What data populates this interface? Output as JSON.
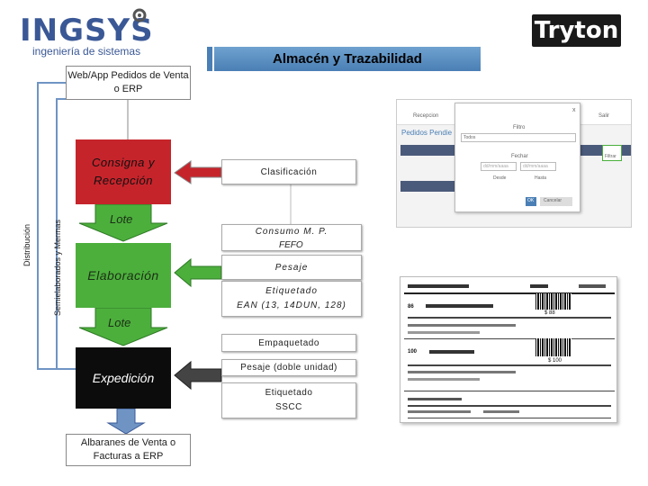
{
  "logos": {
    "ingsys_name": "INGSYS",
    "ingsys_tagline": "ingeniería de sistemas",
    "tryton_name": "Tryton"
  },
  "header": {
    "title": "Almacén y Trazabilidad"
  },
  "flow": {
    "web_box": "Web/App Pedidos de Venta o ERP",
    "consigna_line1": "Consigna y",
    "consigna_line2": "Recepción",
    "lote_top": "Lote",
    "elaboracion": "Elaboración",
    "lote_bottom": "Lote",
    "expedicion": "Expedición",
    "albaranes": "Albaranes de Venta o Facturas a ERP",
    "distribucion_label": "Distribución",
    "semielaborados_label": "Semielaborados y Mermas"
  },
  "right_stack": {
    "clasificacion": "Clasificación",
    "consumo": "Consumo M. P.",
    "fefo": "FEFO",
    "pesaje": "Pesaje",
    "etiquetado": "Etiquetado",
    "ean": "EAN (13, 14DUN, 128)",
    "empaquetado": "Empaquetado",
    "pesaje_doble": "Pesaje (doble unidad)",
    "etiquetado_sscc_line1": "Etiquetado",
    "etiquetado_sscc_line2": "SSCC"
  },
  "screenshot": {
    "pedidos_label": "Pedidos Pendie",
    "filter_title": "Filtro",
    "filter_value": "Todos",
    "fecha_label": "Fechar",
    "date_from_placeholder": "dd/mm/aaaa",
    "date_to_placeholder": "dd/mm/aaaa",
    "desde": "Desde",
    "hasta": "Hasta",
    "close_x": "x",
    "ok_button": "OK",
    "cancel_button": "Cancelar",
    "recepcion_label": "Recepcion",
    "salir_label": "Salir",
    "filtrar_label": "Filtrar"
  },
  "labels_sheet": {
    "price_1": "$ 88",
    "price_2": "$ 100",
    "row1_qty": "86",
    "row2_qty": "100"
  },
  "colors": {
    "header_blue": "#4a7fb5",
    "consigna_red": "#c6242b",
    "elaboracion_green": "#4caf3c",
    "expedicion_black": "#0c0c0c",
    "ingsys_blue": "#3a5896",
    "connector_blue": "#6f94c4"
  }
}
